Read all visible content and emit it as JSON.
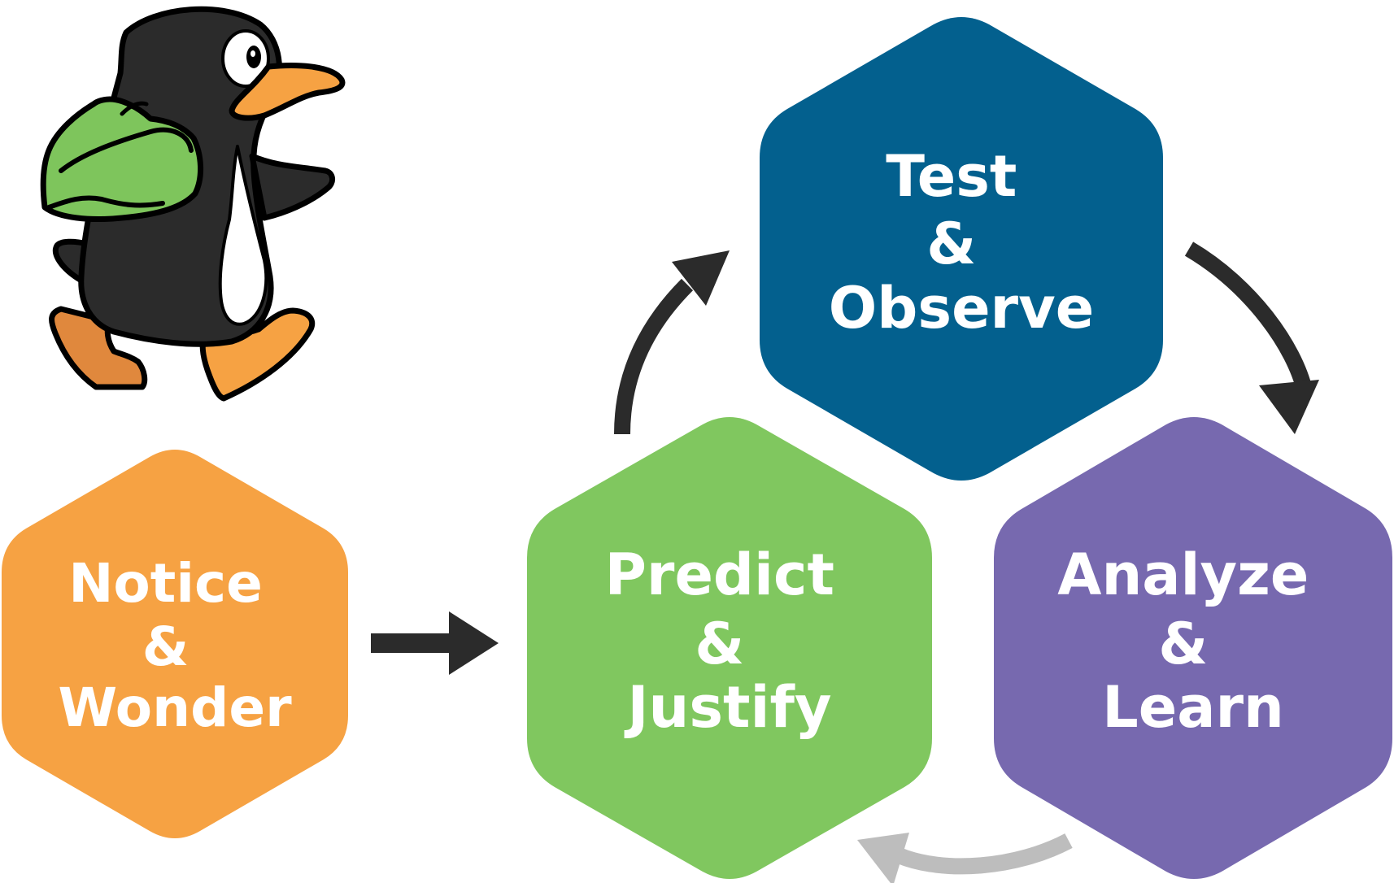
{
  "stages": [
    {
      "id": "notice-wonder",
      "lines": [
        "Notice",
        "&",
        "Wonder"
      ],
      "color": "#F6A243"
    },
    {
      "id": "predict-justify",
      "lines": [
        "Predict",
        "&",
        "Justify"
      ],
      "color": "#80C75F"
    },
    {
      "id": "test-observe",
      "lines": [
        "Test",
        "&",
        "Observe"
      ],
      "color": "#03608E"
    },
    {
      "id": "analyze-learn",
      "lines": [
        "Analyze",
        "&",
        "Learn"
      ],
      "color": "#7769AF"
    }
  ],
  "arrows": [
    {
      "id": "arrow-notice-to-predict",
      "from": "notice-wonder",
      "to": "predict-justify",
      "color": "#2b2b2b"
    },
    {
      "id": "arrow-predict-to-test",
      "from": "predict-justify",
      "to": "test-observe",
      "color": "#2b2b2b"
    },
    {
      "id": "arrow-test-to-analyze",
      "from": "test-observe",
      "to": "analyze-learn",
      "color": "#2b2b2b"
    },
    {
      "id": "arrow-analyze-to-predict",
      "from": "analyze-learn",
      "to": "predict-justify",
      "color": "#bdbdbd"
    }
  ],
  "mascot": {
    "icon": "penguin-with-backpack-icon"
  }
}
